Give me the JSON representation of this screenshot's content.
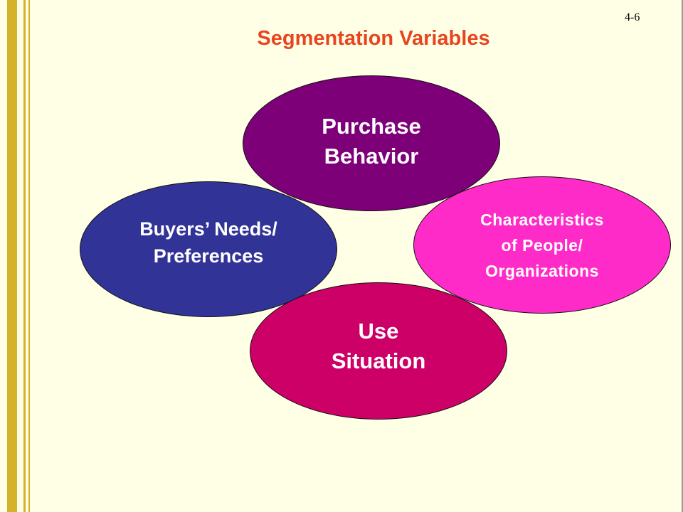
{
  "slide": {
    "number": "4-6",
    "title": "Segmentation Variables"
  },
  "diagram": {
    "nodes": [
      {
        "id": "purchase-behavior",
        "lines": [
          "Purchase",
          "Behavior"
        ],
        "color": "#7D0079"
      },
      {
        "id": "buyers-needs",
        "lines": [
          "Buyers’ Needs/",
          "Preferences"
        ],
        "color": "#323396"
      },
      {
        "id": "characteristics",
        "lines": [
          "Characteristics",
          "of People/",
          "Organizations"
        ],
        "color": "#FF2BC8"
      },
      {
        "id": "use-situation",
        "lines": [
          "Use",
          "Situation"
        ],
        "color": "#CC0066"
      }
    ]
  },
  "colors": {
    "background": "#FFFFE6",
    "accent_stripe": "#D4B32A",
    "title": "#E8451F"
  }
}
